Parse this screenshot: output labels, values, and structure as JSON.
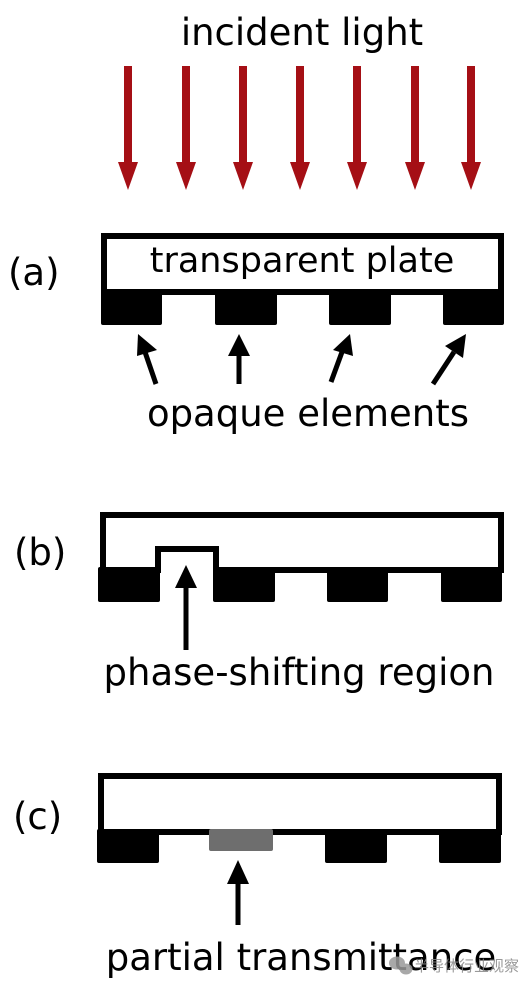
{
  "incident_light_label": "incident light",
  "panel_a": {
    "letter": "(a)",
    "plate_label": "transparent plate",
    "elements_label": "opaque elements"
  },
  "panel_b": {
    "letter": "(b)",
    "region_label": "phase-shifting region"
  },
  "panel_c": {
    "letter": "(c)",
    "region_label": "partial transmittance"
  },
  "watermark": "半导体行业观察",
  "colors": {
    "light_arrow": "#a50f15",
    "opaque": "#000000",
    "partial": "#6e6e6e"
  },
  "icons": {
    "watermark_logo": "wechat-bubble-icon"
  }
}
